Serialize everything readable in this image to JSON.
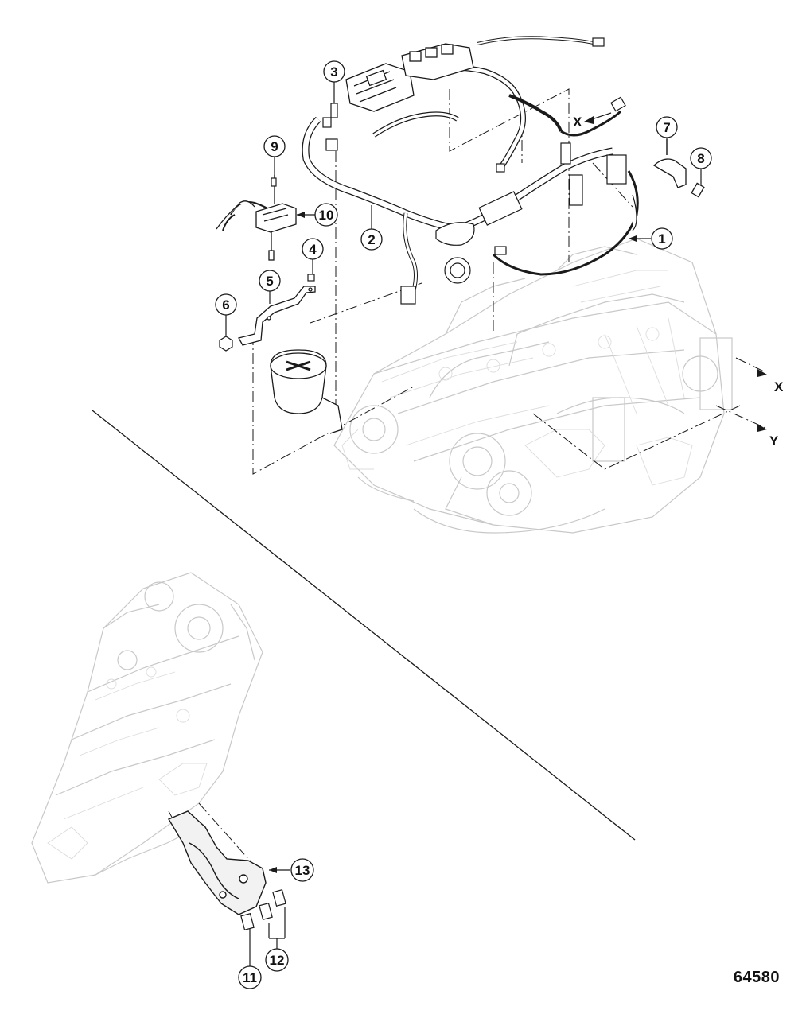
{
  "callouts": {
    "c1": "1",
    "c2": "2",
    "c3": "3",
    "c4": "4",
    "c5": "5",
    "c6": "6",
    "c7": "7",
    "c8": "8",
    "c9": "9",
    "c10": "10",
    "c11": "11",
    "c12": "12",
    "c13": "13"
  },
  "axis_labels": {
    "x_top": "X",
    "x_right": "X",
    "y_right": "Y"
  },
  "figure_number": "64580",
  "colors": {
    "line": "#1a1a1a",
    "ghost": "#c8c8c8",
    "ghost_detail": "#dcdcdc",
    "bracket_fill": "#f2f2f2"
  }
}
